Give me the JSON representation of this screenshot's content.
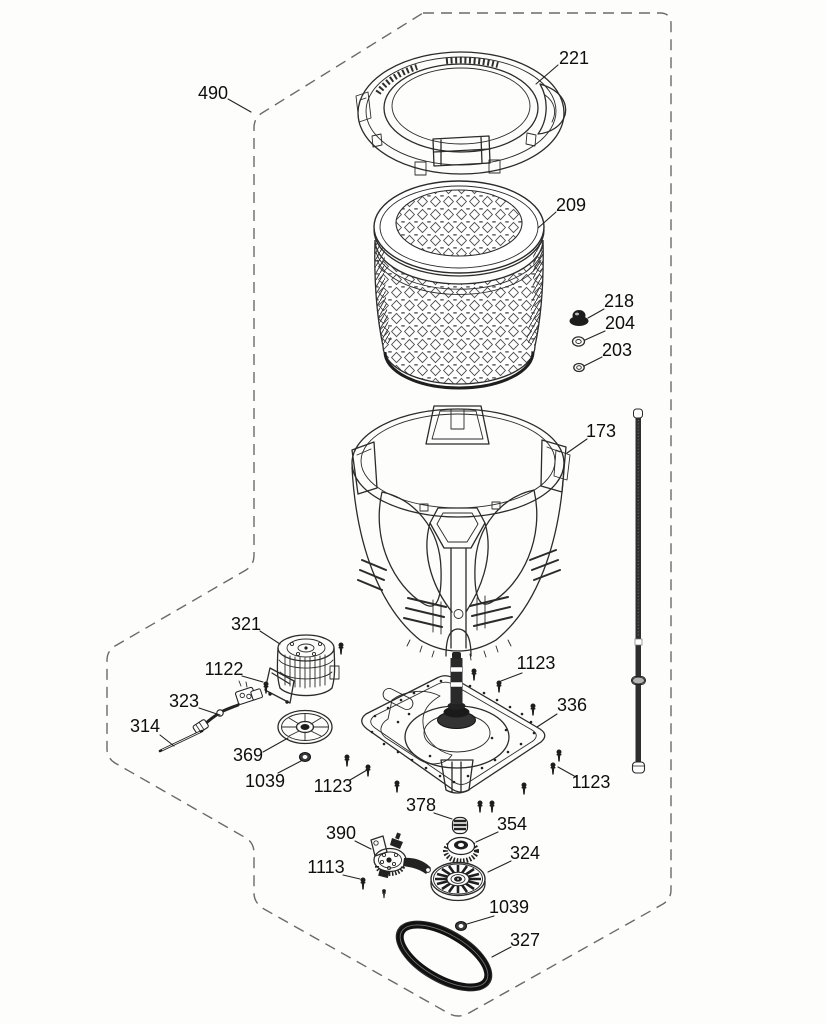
{
  "diagram": {
    "background_color": "#fdfdfc",
    "line_color": "#2b2b2b",
    "label_color": "#0e0e0e",
    "callouts": {
      "n490": "490",
      "n221": "221",
      "n209": "209",
      "n218": "218",
      "n204": "204",
      "n203": "203",
      "n173": "173",
      "n321": "321",
      "n1122": "1122",
      "n323": "323",
      "n314": "314",
      "n369": "369",
      "n1039": "1039",
      "n1123": "1123",
      "n336": "336",
      "n378": "378",
      "n354": "354",
      "n390": "390",
      "n1113": "1113",
      "n324": "324",
      "n327": "327"
    },
    "part_numbers": [
      "490",
      "221",
      "209",
      "218",
      "204",
      "203",
      "173",
      "321",
      "1122",
      "323",
      "314",
      "369",
      "1039",
      "1123",
      "336",
      "378",
      "354",
      "390",
      "1113",
      "324",
      "327"
    ]
  }
}
